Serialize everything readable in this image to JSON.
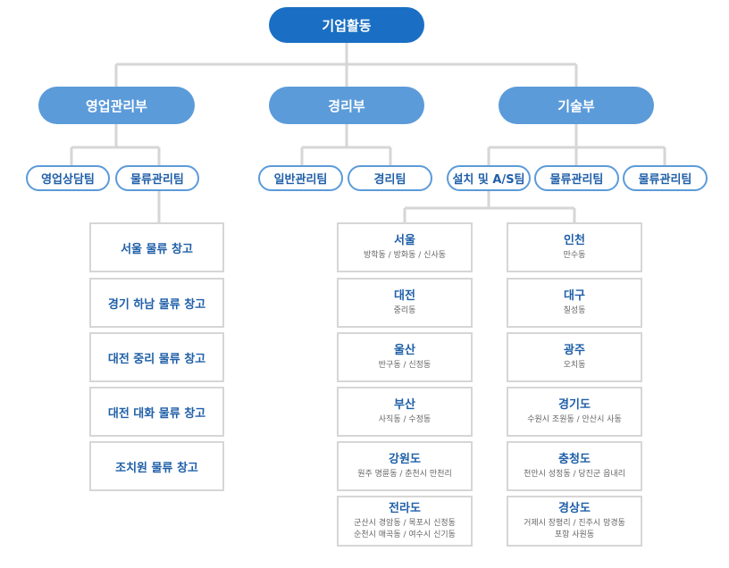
{
  "root": {
    "label": "기업활동"
  },
  "departments": {
    "sales": {
      "label": "영업관리부"
    },
    "management": {
      "label": "경리부"
    },
    "tech": {
      "label": "기술부"
    }
  },
  "teams": {
    "sales_consult": "영업상담팀",
    "sales_logistics": "물류관리팀",
    "general_admin": "일반관리팀",
    "accounting": "경리팀",
    "install_as": "설치 및 A/S팀",
    "tech_logistics_1": "물류관리팀",
    "tech_logistics_2": "물류관리팀"
  },
  "warehouses": [
    "서울 물류 창고",
    "경기 하남 물류 창고",
    "대전 중리 물류 창고",
    "대전 대화 물류 창고",
    "조치원 물류 창고"
  ],
  "service_left": [
    {
      "region": "서울",
      "detail": "방학동 / 방화동 / 신사동",
      "detail2": ""
    },
    {
      "region": "대전",
      "detail": "중리동",
      "detail2": ""
    },
    {
      "region": "울산",
      "detail": "반구동 / 신정동",
      "detail2": ""
    },
    {
      "region": "부산",
      "detail": "사직동 / 수정동",
      "detail2": ""
    },
    {
      "region": "강원도",
      "detail": "원주 명륜동 / 춘천시 만천리",
      "detail2": ""
    },
    {
      "region": "전라도",
      "detail": "군산시 경암동 / 목포시 신정동",
      "detail2": "순천시 매곡동 / 여수시 신기동"
    }
  ],
  "service_right": [
    {
      "region": "인천",
      "detail": "만수동",
      "detail2": ""
    },
    {
      "region": "대구",
      "detail": "칠성동",
      "detail2": ""
    },
    {
      "region": "광주",
      "detail": "오치동",
      "detail2": ""
    },
    {
      "region": "경기도",
      "detail": "수원시 조원동 / 안산시 사동",
      "detail2": ""
    },
    {
      "region": "충청도",
      "detail": "천안시 성정동 / 당진군 읍내리",
      "detail2": ""
    },
    {
      "region": "경상도",
      "detail": "거제시 장평리 / 진주시 망경동",
      "detail2": "포항 사원동"
    }
  ],
  "colors": {
    "root": "#1a6fc4",
    "department": "#5b9bd9",
    "team_border": "#5b9bd9",
    "text_blue": "#1f5fa8",
    "connector": "#d6d6d6"
  }
}
